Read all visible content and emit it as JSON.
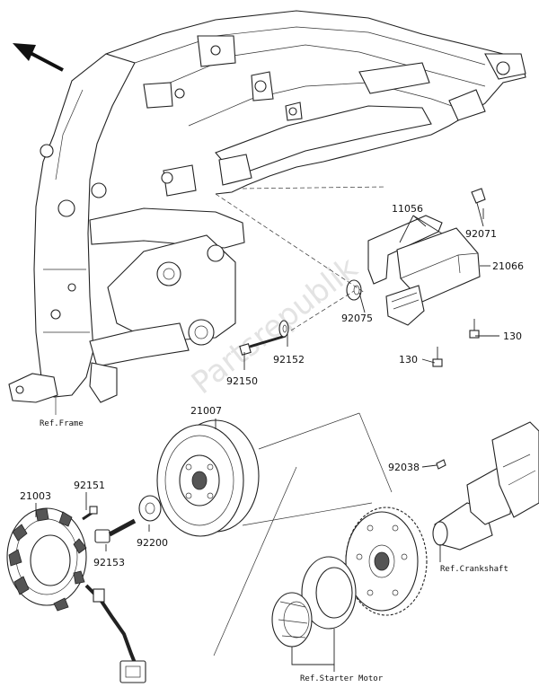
{
  "labels": {
    "p11056": "11056",
    "p92071": "92071",
    "p21066": "21066",
    "p92075": "92075",
    "p130a": "130",
    "p130b": "130",
    "p92152": "92152",
    "p92150": "92150",
    "p21007": "21007",
    "p92038": "92038",
    "p21003": "21003",
    "p92151": "92151",
    "p92200": "92200",
    "p92153": "92153"
  },
  "references": {
    "frame": "Ref.Frame",
    "crankshaft": "Ref.Crankshaft",
    "starter_motor": "Ref.Starter Motor"
  },
  "watermark": "Partsrepublik",
  "icons": {
    "direction": "arrow-front-left-icon"
  }
}
